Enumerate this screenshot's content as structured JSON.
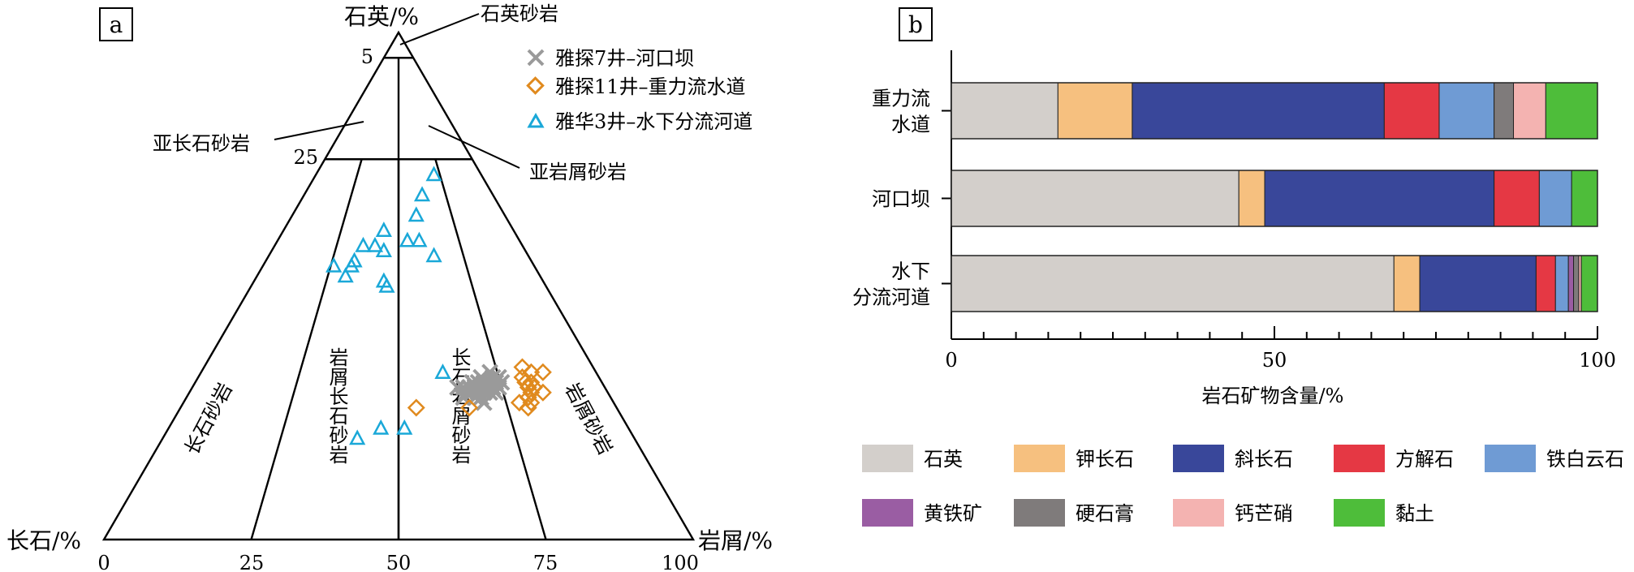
{
  "panel_a": {
    "label": "a",
    "apex_labels": {
      "top": "石英/%",
      "left": "长石/%",
      "right": "岩屑/%"
    },
    "ticks": [
      "0",
      "25",
      "50",
      "75",
      "100"
    ],
    "side_ticks": [
      "5",
      "25"
    ],
    "field_labels": {
      "quartz_sandstone": "石英砂岩",
      "subarkose": "亚长石砂岩",
      "sublitharenite": "亚岩屑砂岩",
      "arkose": "长石砂岩",
      "lithic_arkose": "岩屑长石砂岩",
      "feldspathic_litharenite": "长石岩屑砂岩",
      "litharenite": "岩屑砂岩"
    },
    "legend": [
      {
        "name": "雅探7井–河口坝",
        "marker": "x",
        "color": "#9a9a9a"
      },
      {
        "name": "雅探11井–重力流水道",
        "marker": "diamond",
        "color": "#e08a1e"
      },
      {
        "name": "雅华3井–水下分流河道",
        "marker": "triangle",
        "color": "#1aa8d8"
      }
    ]
  },
  "panel_b": {
    "label": "b",
    "legend_items": [
      "石英",
      "钾长石",
      "斜长石",
      "方解石",
      "铁白云石",
      "黄铁矿",
      "硬石膏",
      "钙芒硝",
      "黏土"
    ]
  },
  "chart_data": [
    {
      "type": "scatter",
      "subtype": "ternary",
      "apices": [
        "石英/%",
        "长石/%",
        "岩屑/%"
      ],
      "boundaries": {
        "quartz": [
          95,
          75
        ],
        "feldspar_to_rock_fragment_ratio": [
          3,
          1,
          0.3333
        ]
      },
      "series": [
        {
          "name": "雅探7井–河口坝",
          "color": "#9a9a9a",
          "marker": "x",
          "points": [
            [
              30,
              50
            ],
            [
              31,
              49
            ],
            [
              29,
              50
            ],
            [
              30,
              48
            ],
            [
              31,
              51
            ],
            [
              29,
              49
            ],
            [
              30,
              50
            ],
            [
              28,
              50
            ],
            [
              32,
              50
            ],
            [
              30,
              47
            ],
            [
              29,
              51
            ],
            [
              31,
              48
            ],
            [
              30,
              49
            ],
            [
              30,
              51
            ],
            [
              28,
              49
            ],
            [
              32,
              51
            ],
            [
              29,
              48
            ],
            [
              31,
              50
            ],
            [
              30,
              52
            ],
            [
              27,
              51
            ],
            [
              33,
              49
            ],
            [
              30,
              46
            ],
            [
              29,
              52
            ],
            [
              31,
              47
            ],
            [
              30,
              45
            ],
            [
              28,
              47
            ],
            [
              32,
              48
            ],
            [
              30,
              50
            ],
            [
              31,
              52
            ],
            [
              29,
              47
            ]
          ]
        },
        {
          "name": "雅探11井–重力流水道",
          "color": "#e08a1e",
          "marker": "diamond",
          "points": [
            [
              31,
              56
            ],
            [
              32,
              55
            ],
            [
              34,
              54
            ],
            [
              33,
              56
            ],
            [
              30,
              58
            ],
            [
              29,
              58
            ],
            [
              30,
              57
            ],
            [
              28,
              58
            ],
            [
              27,
              59
            ],
            [
              26,
              59
            ],
            [
              29,
              60
            ],
            [
              27,
              57
            ],
            [
              31,
              57
            ],
            [
              33,
              58
            ],
            [
              26,
              49
            ],
            [
              26,
              40
            ]
          ]
        },
        {
          "name": "雅华3井–水下分流河道",
          "color": "#1aa8d8",
          "marker": "triangle",
          "points": [
            [
              72,
              20
            ],
            [
              68,
              20
            ],
            [
              64,
              21
            ],
            [
              59,
              22
            ],
            [
              61,
              17
            ],
            [
              58,
              17
            ],
            [
              57,
              19
            ],
            [
              59,
              24
            ],
            [
              56,
              28
            ],
            [
              58,
              15
            ],
            [
              55,
              15
            ],
            [
              54,
              15
            ],
            [
              54,
              12
            ],
            [
              52,
              15
            ],
            [
              51,
              22
            ],
            [
              50,
              23
            ],
            [
              33,
              41
            ],
            [
              22,
              40
            ],
            [
              22,
              36
            ],
            [
              20,
              33
            ]
          ]
        }
      ]
    },
    {
      "type": "bar",
      "subtype": "stacked-horizontal",
      "categories": [
        "重力流水道",
        "河口坝",
        "水下分流河道"
      ],
      "category_lines": [
        [
          "重力流",
          "水道"
        ],
        [
          "河口坝"
        ],
        [
          "水下",
          "分流河道"
        ]
      ],
      "xlabel": "岩石矿物含量/%",
      "xlim": [
        0,
        100
      ],
      "xticks": [
        "0",
        "50",
        "100"
      ],
      "series": [
        {
          "name": "石英",
          "color": "#d3cfcb",
          "values": [
            16.5,
            44.5,
            68.5
          ]
        },
        {
          "name": "钾长石",
          "color": "#f6c07f",
          "values": [
            11.5,
            4.0,
            4.0
          ]
        },
        {
          "name": "斜长石",
          "color": "#39479a",
          "values": [
            39.0,
            35.5,
            18.0
          ]
        },
        {
          "name": "方解石",
          "color": "#e53844",
          "values": [
            8.5,
            7.0,
            3.0
          ]
        },
        {
          "name": "铁白云石",
          "color": "#6f9bd4",
          "values": [
            8.5,
            5.0,
            2.0
          ]
        },
        {
          "name": "黄铁矿",
          "color": "#9a5da3",
          "values": [
            0.0,
            0.0,
            0.8
          ]
        },
        {
          "name": "硬石膏",
          "color": "#7f7b7b",
          "values": [
            3.0,
            0.0,
            0.8
          ]
        },
        {
          "name": "钙芒硝",
          "color": "#f4b3b1",
          "values": [
            5.0,
            0.0,
            0.4
          ]
        },
        {
          "name": "黏土",
          "color": "#4ebd3a",
          "values": [
            8.0,
            4.0,
            2.5
          ]
        }
      ]
    }
  ]
}
